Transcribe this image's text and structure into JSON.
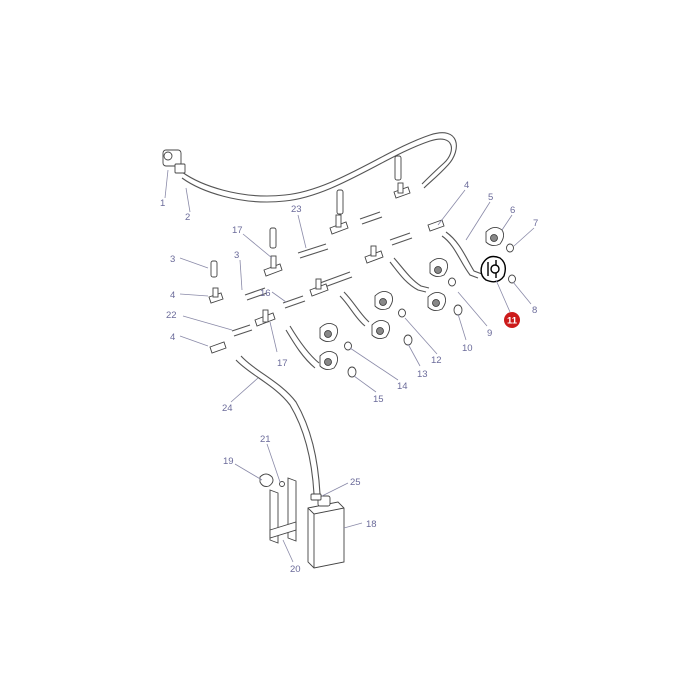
{
  "highlight_color": "#cc1b1b",
  "callout_color": "#6b6b9a",
  "highlighted_part": "11",
  "callouts": {
    "c1": "1",
    "c2": "2",
    "c3a": "3",
    "c3b": "3",
    "c4a": "4",
    "c4b": "4",
    "c4c": "4",
    "c5": "5",
    "c6": "6",
    "c7": "7",
    "c8": "8",
    "c9": "9",
    "c10": "10",
    "c11": "11",
    "c12": "12",
    "c13": "13",
    "c14": "14",
    "c15": "15",
    "c16": "16",
    "c17a": "17",
    "c17b": "17",
    "c18": "18",
    "c19": "19",
    "c20": "20",
    "c21": "21",
    "c22": "22",
    "c23": "23",
    "c24": "24",
    "c25": "25"
  }
}
